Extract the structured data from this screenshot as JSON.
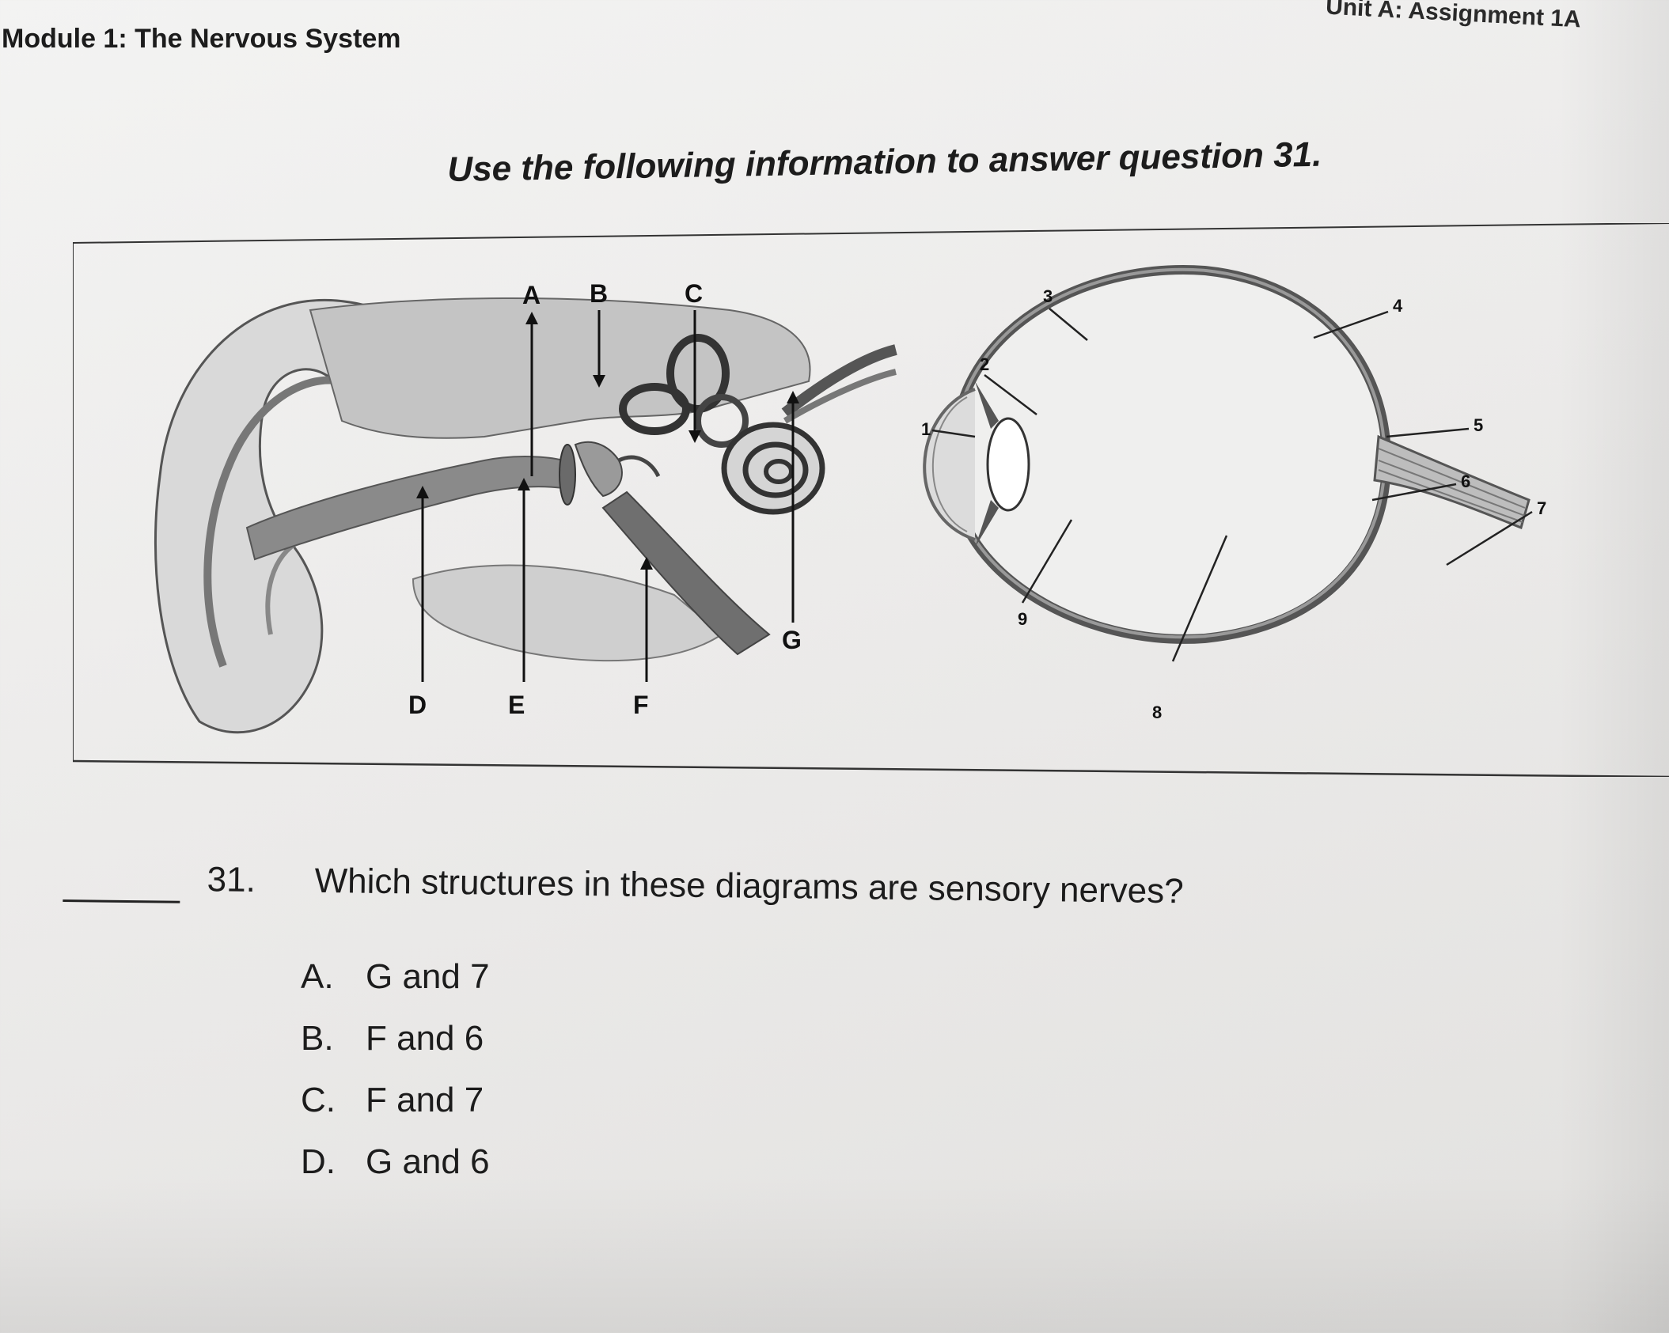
{
  "header": {
    "module_title": "Module 1: The Nervous System",
    "unit_label": "Unit A: Assignment 1A"
  },
  "intro_text": "Use the following information to answer question 31.",
  "diagram": {
    "ear_labels": [
      "A",
      "B",
      "C",
      "D",
      "E",
      "F",
      "G"
    ],
    "eye_labels": [
      "1",
      "2",
      "3",
      "4",
      "5",
      "6",
      "7",
      "8",
      "9"
    ]
  },
  "question": {
    "number": "31.",
    "text": "Which structures in these diagrams are sensory nerves?",
    "options": [
      {
        "letter": "A.",
        "text": "G and 7"
      },
      {
        "letter": "B.",
        "text": "F and 6"
      },
      {
        "letter": "C.",
        "text": "F and 7"
      },
      {
        "letter": "D.",
        "text": "G and 6"
      }
    ]
  },
  "colors": {
    "paper": "#efeeed",
    "ink": "#1c1c1c",
    "diagram_dark": "#5a5a5a",
    "diagram_mid": "#9a9a9a",
    "diagram_light": "#cfcfcf"
  }
}
